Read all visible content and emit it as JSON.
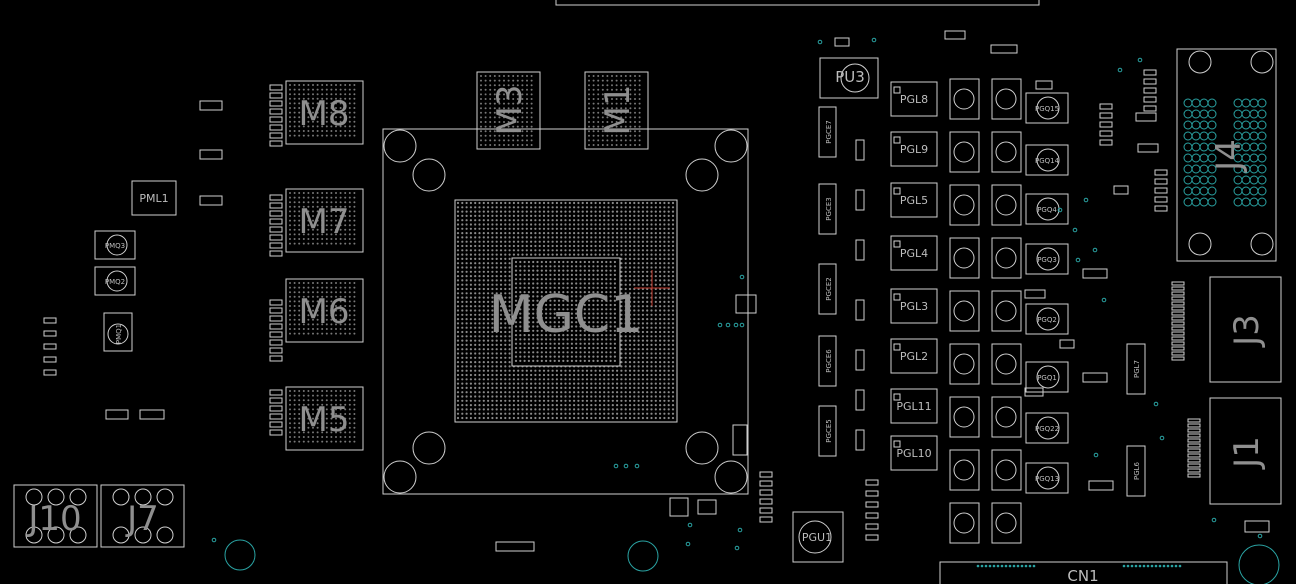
{
  "board": {
    "background": "#000000",
    "outline_color": "#cfcfcf",
    "via_color": "#2aa3a3",
    "cursor_color": "#c0392b"
  },
  "labels": {
    "gpu": "MGC1",
    "mem": [
      "M8",
      "M7",
      "M6",
      "M5",
      "M3",
      "M1"
    ],
    "connectors": [
      "J4",
      "J3",
      "J1",
      "J10",
      "J7",
      "CN1"
    ],
    "pu3": "PU3",
    "pgu1": "PGU1",
    "pml1": "PML1",
    "pmq": [
      "PMQ3",
      "PMQ2",
      "PMQ1"
    ],
    "pgl": [
      "PGL8",
      "PGL9",
      "PGL5",
      "PGL4",
      "PGL3",
      "PGL2",
      "PGL11",
      "PGL10"
    ],
    "pgq": [
      "PGQ15",
      "PGQ14",
      "PGQ4",
      "PGQ3",
      "PGQ2",
      "PGQ1",
      "PGQ22",
      "PGQ13"
    ],
    "pgce": [
      "PGCE7",
      "PGCE3",
      "PGCE2",
      "PGCE6",
      "PGCE5"
    ],
    "pgl_side": [
      "PGL7",
      "PGL6"
    ]
  }
}
